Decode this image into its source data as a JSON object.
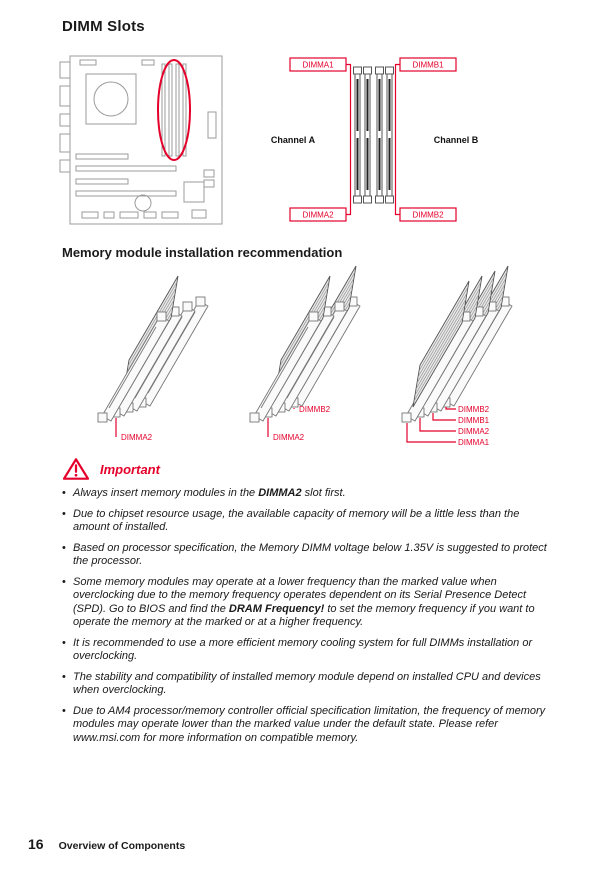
{
  "ui": {
    "bullet": "•"
  },
  "colors": {
    "accent_red": "#e4002b",
    "text": "#1a1a1a"
  },
  "page": {
    "title": "DIMM Slots",
    "section_heading": "Memory module installation recommendation",
    "important_label": "Important",
    "footer": {
      "page_number": "16",
      "text": "Overview of Components"
    }
  },
  "slot_diagram": {
    "labels": {
      "top_left": "DIMMA1",
      "top_right": "DIMMB1",
      "bottom_left": "DIMMA2",
      "bottom_right": "DIMMB2",
      "channel_a": "Channel A",
      "channel_b": "Channel B"
    }
  },
  "figures": [
    {
      "labels": [
        "DIMMA2"
      ]
    },
    {
      "labels": [
        "DIMMB2",
        "DIMMA2"
      ]
    },
    {
      "labels": [
        "DIMMB2",
        "DIMMB1",
        "DIMMA2",
        "DIMMA1"
      ]
    }
  ],
  "notes": [
    {
      "pre": "Always insert memory modules in the ",
      "bold": "DIMMA2",
      "post": " slot first."
    },
    {
      "pre": "Due to chipset resource usage, the available capacity of memory will be a little less than the amount of installed.",
      "bold": "",
      "post": ""
    },
    {
      "pre": "Based on processor specification, the Memory DIMM voltage below 1.35V is suggested to protect the processor.",
      "bold": "",
      "post": ""
    },
    {
      "pre": "Some memory modules may operate at a lower frequency than the marked value when overclocking due to the memory frequency operates dependent on its Serial Presence Detect (SPD). Go to BIOS and find the ",
      "bold": "DRAM Frequency!",
      "post": " to set the memory frequency if you want to operate the memory at the marked or at a higher frequency."
    },
    {
      "pre": "It is recommended to use a more efficient memory cooling system for full DIMMs installation or overclocking.",
      "bold": "",
      "post": ""
    },
    {
      "pre": "The stability and compatibility of installed memory module depend on installed CPU and devices when overclocking.",
      "bold": "",
      "post": ""
    },
    {
      "pre": "Due to AM4 processor/memory controller official specification limitation, the frequency of memory modules may operate lower than the marked value under the default state. Please refer www.msi.com for more information on compatible memory.",
      "bold": "",
      "post": ""
    }
  ]
}
